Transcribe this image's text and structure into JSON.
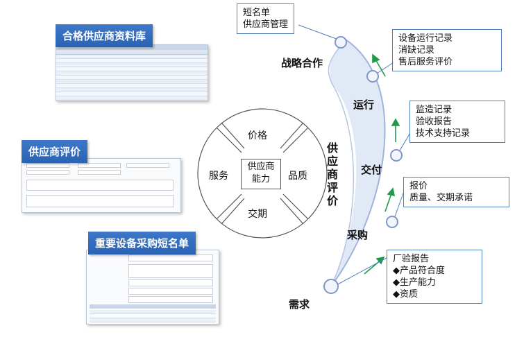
{
  "left_panels": {
    "qualified_library_title": "合格供应商资料库",
    "supplier_evaluation_title": "供应商评价",
    "shortlist_title": "重要设备采购短名单"
  },
  "center": {
    "core_line1": "供应商",
    "core_line2": "能力",
    "top": "价格",
    "left": "服务",
    "right": "品质",
    "bottom": "交期",
    "vertical_title": "供应商评价"
  },
  "stages": {
    "demand": "需求",
    "purchase": "采购",
    "delivery": "交付",
    "operation": "运行",
    "strategic": "战略合作"
  },
  "callouts": {
    "strategic": [
      "短名单",
      "供应商管理"
    ],
    "operation": [
      "设备运行记录",
      "消缺记录",
      "售后服务评价"
    ],
    "delivery": [
      "监造记录",
      "验收报告",
      "技术支持记录"
    ],
    "purchase": [
      "报价",
      "质量、交期承诺"
    ],
    "demand": [
      "厂验报告",
      "◆产品符合度",
      "◆生产能力",
      "◆资质"
    ]
  },
  "colors": {
    "banner": "#2f6cbd",
    "arc": "#b9c9e6",
    "arrow": "#1f9a4a",
    "node": "#7f96c7"
  }
}
